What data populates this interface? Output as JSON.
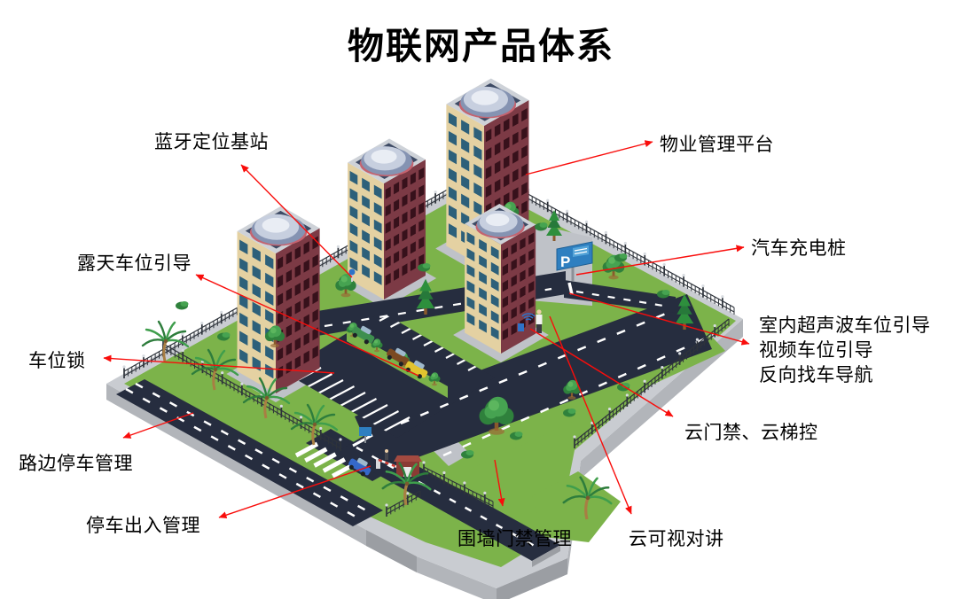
{
  "title": "物联网产品体系",
  "callouts": {
    "bluetooth_beacon": {
      "label": "蓝牙定位基站"
    },
    "property_mgmt": {
      "label": "物业管理平台"
    },
    "open_air_guidance": {
      "label": "露天车位引导"
    },
    "ev_charging": {
      "label": "汽车充电桩"
    },
    "parking_lock": {
      "label": "车位锁"
    },
    "indoor_ultrasonic": {
      "label": "室内超声波车位引导"
    },
    "video_guidance": {
      "label": "视频车位引导"
    },
    "reverse_nav": {
      "label": "反向找车导航"
    },
    "cloud_access": {
      "label": "云门禁、云梯控"
    },
    "roadside_parking": {
      "label": "路边停车管理"
    },
    "entry_exit": {
      "label": "停车出入管理"
    },
    "wall_access": {
      "label": "围墙门禁管理"
    },
    "cloud_intercom": {
      "label": "云可视对讲"
    }
  },
  "scene": {
    "parking_sign_text": "P"
  },
  "colors": {
    "grass": "#7cb34a",
    "road": "#262d3f",
    "road_line": "#ffffff",
    "sidewalk": "#c9ccd1",
    "walk": "#bfc2c8",
    "side1": "#b2b5ba",
    "side2": "#9b9ea3",
    "bldg_left": "#e4d1a2",
    "bldg_right": "#7c3a45",
    "win_left": "#2d607a",
    "win_right": "#37111b",
    "roof_rim": "#ced2d8",
    "roof_top": "#3d4a64",
    "dome": "#8593b2",
    "dome_mid": "#c7cfdf",
    "dome_hi": "#e9edf4",
    "dome_ring": "#c4636f",
    "fence": "#2e333b",
    "fence_cap": "#d7dbe0",
    "tree_dark": "#2f813c",
    "tree_mid": "#46a351",
    "tree_hi": "#5cb65e",
    "conifer1": "#2e8f3d",
    "conifer2": "#27793a",
    "palm_leaf": "#3f9e4c",
    "trunk": "#a87e43",
    "taxi": "#e2c32f",
    "suv": "#3e8f4f",
    "sedan": "#7b4a22",
    "car_blue": "#3568c9",
    "sign_blue": "#2e7fc0",
    "sign_blue_light": "#56a5d9",
    "hut": "#8a3b34",
    "hut_roof": "#a34a40",
    "line_red": "#f90d0b",
    "wifi": "#2d72c8",
    "cabin": "#9fb9cc",
    "wheel": "#1d2126"
  }
}
